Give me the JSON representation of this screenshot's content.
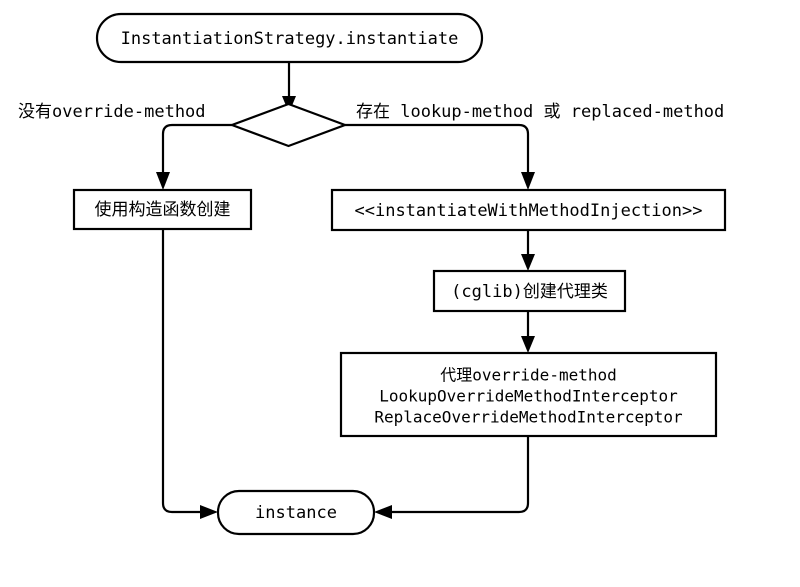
{
  "diagram": {
    "title_node": {
      "label": "InstantiationStrategy.instantiate",
      "shape": "rounded-terminal"
    },
    "decision": {
      "label": "",
      "shape": "diamond"
    },
    "edge_labels": {
      "left_branch": "没有override-method",
      "right_branch": "存在 lookup-method 或 replaced-method"
    },
    "nodes": {
      "constructor_create": {
        "label": "使用构造函数创建",
        "shape": "rect"
      },
      "method_injection": {
        "label": "<<instantiateWithMethodInjection>>",
        "shape": "rect"
      },
      "cglib_proxy": {
        "label": "(cglib)创建代理类",
        "shape": "rect"
      },
      "interceptors": {
        "line1": "代理override-method",
        "line2": "LookupOverrideMethodInterceptor",
        "line3": "ReplaceOverrideMethodInterceptor",
        "shape": "rect"
      },
      "instance": {
        "label": "instance",
        "shape": "rounded-terminal"
      }
    },
    "colors": {
      "stroke": "#000000",
      "fill": "#ffffff",
      "text": "#000000",
      "background": "#ffffff"
    }
  }
}
